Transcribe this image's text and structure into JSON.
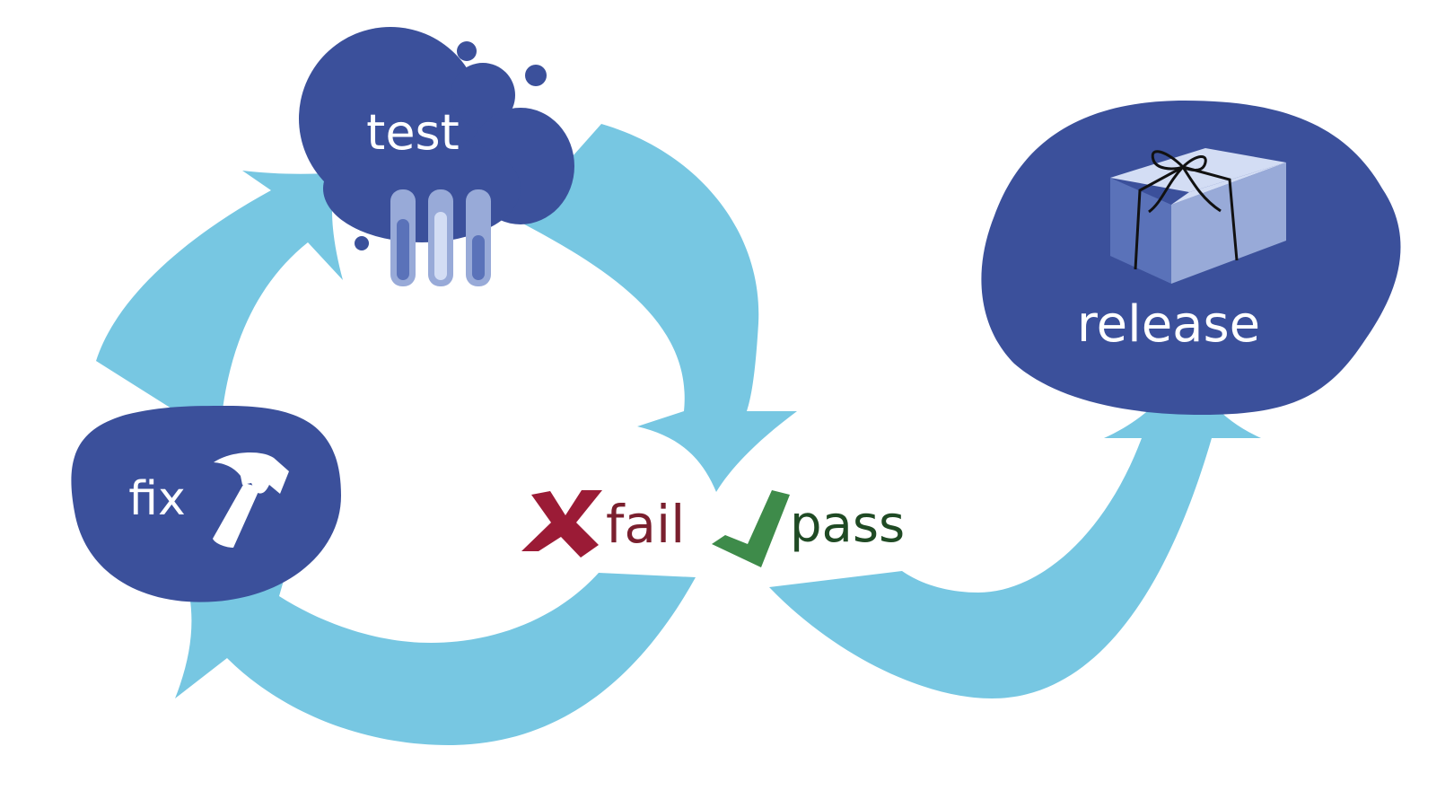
{
  "nodes": {
    "test": {
      "label": "test"
    },
    "fix": {
      "label": "fix"
    },
    "release": {
      "label": "release"
    }
  },
  "outcomes": {
    "fail": {
      "label": "fail",
      "color": "#7a1f2e",
      "mark_color": "#9b1b36"
    },
    "pass": {
      "label": "pass",
      "color": "#1f4a24",
      "mark_color": "#3e8b4a"
    }
  },
  "colors": {
    "node_fill": "#3b509b",
    "arrow_fill": "#77c7e2",
    "tube_fill": "#98aad8",
    "tube_liquid": "#5a72b9",
    "box_light": "#d3ddf4",
    "box_side": "#98aad8",
    "box_dark": "#5a72b9"
  },
  "icons": {
    "test": "test-tubes-icon",
    "fix": "hammer-icon",
    "release": "gift-box-icon",
    "fail": "cross-mark-icon",
    "pass": "check-mark-icon"
  }
}
